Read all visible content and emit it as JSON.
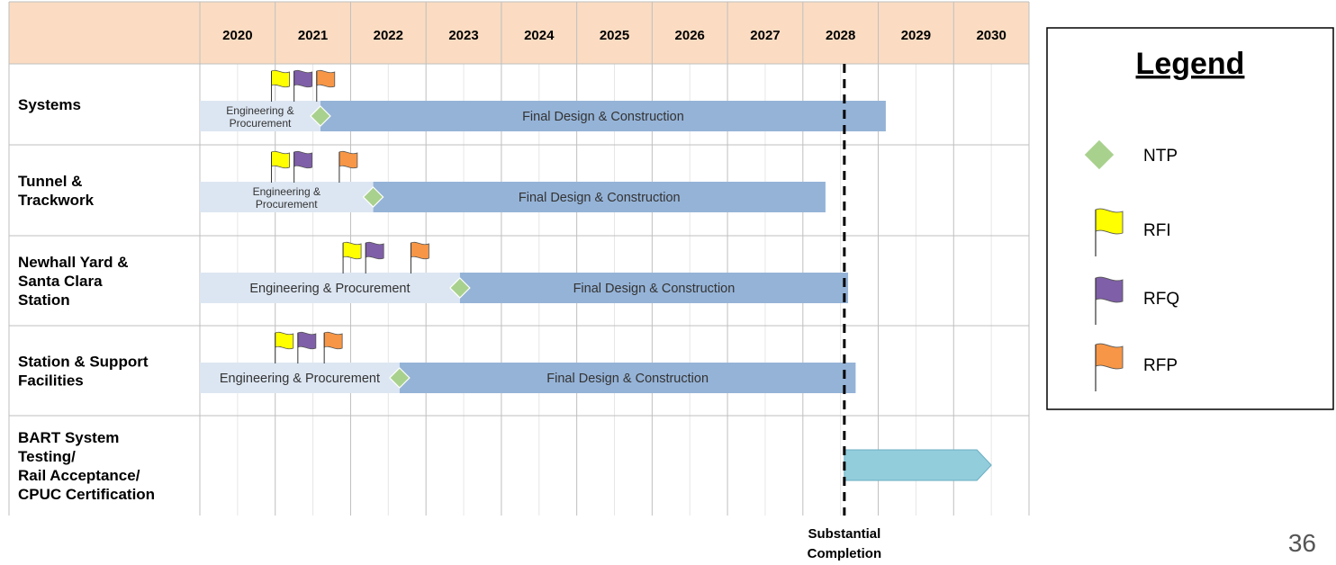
{
  "chart_data": {
    "type": "gantt",
    "years": [
      "2020",
      "2021",
      "2022",
      "2023",
      "2024",
      "2025",
      "2026",
      "2027",
      "2028",
      "2029",
      "2030"
    ],
    "rows": [
      {
        "label_lines": [
          "Systems"
        ],
        "phases": [
          {
            "label_lines": [
              "Engineering &",
              "Procurement"
            ],
            "start": 2020.0,
            "end": 2021.6,
            "kind": "engineering"
          },
          {
            "label_lines": [
              "Final Design & Construction"
            ],
            "start": 2021.6,
            "end": 2029.1,
            "kind": "construction"
          }
        ],
        "ntp": 2021.6,
        "flags": {
          "RFI": 2020.95,
          "RFQ": 2021.25,
          "RFP": 2021.55
        }
      },
      {
        "label_lines": [
          "Tunnel &",
          "Trackwork"
        ],
        "phases": [
          {
            "label_lines": [
              "Engineering &",
              "Procurement"
            ],
            "start": 2020.0,
            "end": 2022.3,
            "kind": "engineering"
          },
          {
            "label_lines": [
              "Final Design & Construction"
            ],
            "start": 2022.3,
            "end": 2028.3,
            "kind": "construction"
          }
        ],
        "ntp": 2022.3,
        "flags": {
          "RFI": 2020.95,
          "RFQ": 2021.25,
          "RFP": 2021.85
        }
      },
      {
        "label_lines": [
          "Newhall Yard &",
          "Santa Clara",
          "Station"
        ],
        "phases": [
          {
            "label_lines": [
              "Engineering & Procurement"
            ],
            "start": 2020.0,
            "end": 2023.45,
            "kind": "engineering"
          },
          {
            "label_lines": [
              "Final Design & Construction"
            ],
            "start": 2023.45,
            "end": 2028.6,
            "kind": "construction"
          }
        ],
        "ntp": 2023.45,
        "flags": {
          "RFI": 2021.9,
          "RFQ": 2022.2,
          "RFP": 2022.8
        }
      },
      {
        "label_lines": [
          "Station & Support",
          "Facilities"
        ],
        "phases": [
          {
            "label_lines": [
              "Engineering & Procurement"
            ],
            "start": 2020.0,
            "end": 2022.65,
            "kind": "engineering"
          },
          {
            "label_lines": [
              "Final Design & Construction"
            ],
            "start": 2022.65,
            "end": 2028.7,
            "kind": "construction"
          }
        ],
        "ntp": 2022.65,
        "flags": {
          "RFI": 2021.0,
          "RFQ": 2021.3,
          "RFP": 2021.65
        }
      },
      {
        "label_lines": [
          "BART System",
          "Testing/",
          "Rail Acceptance/",
          "CPUC Certification"
        ],
        "phases": [
          {
            "label_lines": [],
            "start": 2028.55,
            "end": 2030.5,
            "kind": "testing"
          }
        ]
      }
    ],
    "milestone": {
      "value": 2028.55,
      "label_lines": [
        "Substantial",
        "Completion"
      ]
    },
    "legend": {
      "title": "Legend",
      "items": [
        {
          "symbol": "diamond",
          "label": "NTP",
          "color": "#a9d18e"
        },
        {
          "symbol": "flag",
          "label": "RFI",
          "color": "#ffff00"
        },
        {
          "symbol": "flag",
          "label": "RFQ",
          "color": "#7f5fa8"
        },
        {
          "symbol": "flag",
          "label": "RFP",
          "color": "#f79646"
        }
      ]
    },
    "colors": {
      "header": "#fbdcc2",
      "engineering": "#dce6f2",
      "construction": "#95b3d7",
      "testing": "#92cddc",
      "ntp": "#a9d18e",
      "RFI": "#ffff00",
      "RFQ": "#7f5fa8",
      "RFP": "#f79646"
    }
  },
  "page_number": "36"
}
